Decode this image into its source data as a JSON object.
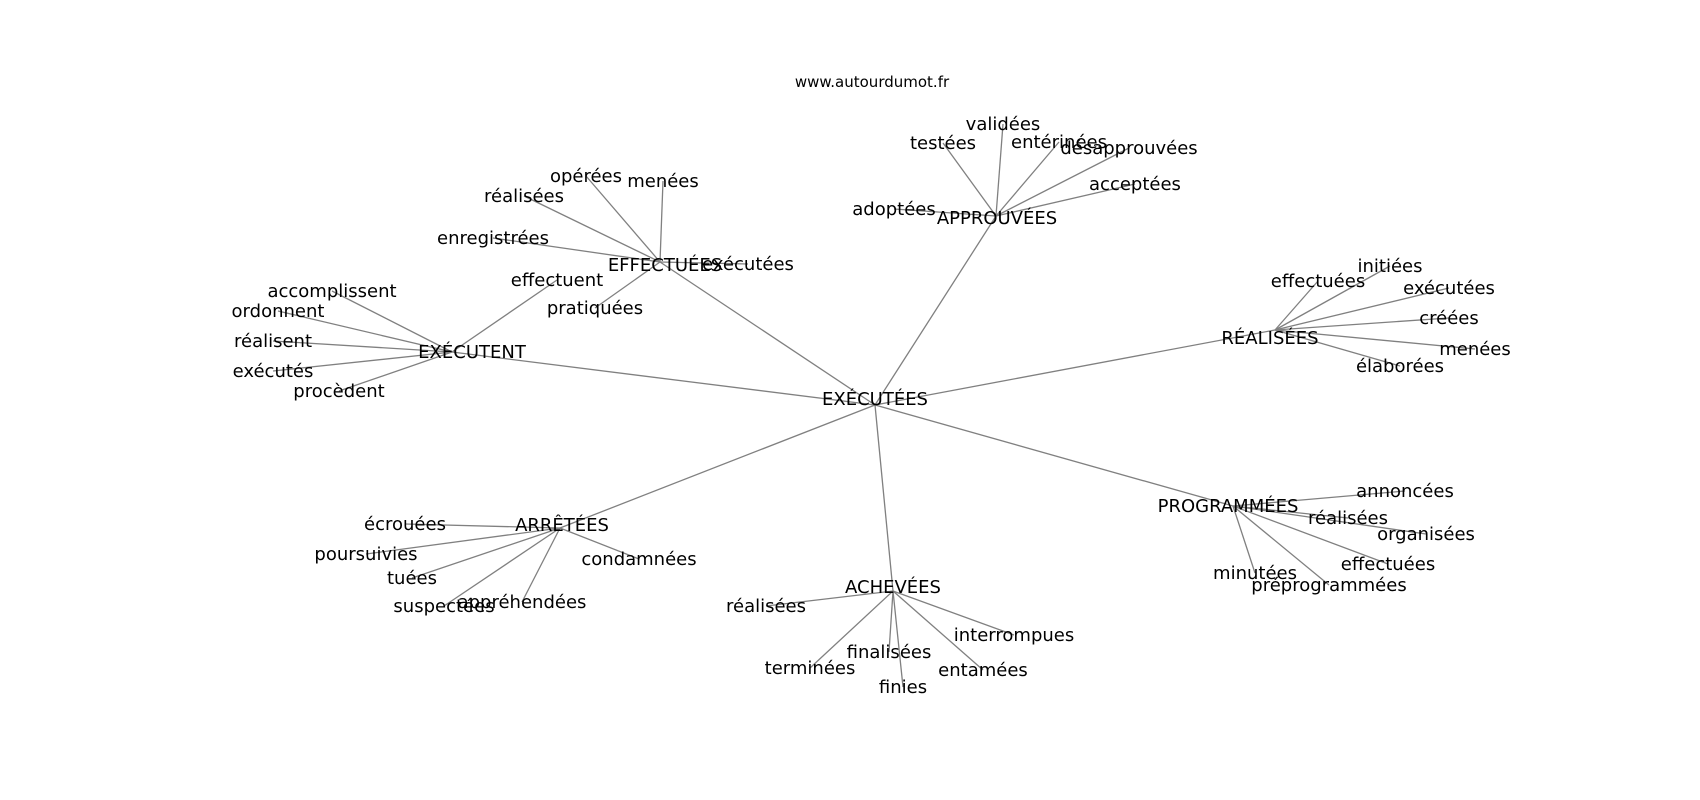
{
  "source": "www.autourdumot.fr",
  "graph": {
    "center": {
      "label": "EXÉCUTÉES",
      "hubs": [
        {
          "label": "EFFECTUÉES",
          "leaves": [
            "opérées",
            "menées",
            "réalisées",
            "enregistrées",
            "exécutées",
            "pratiquées"
          ]
        },
        {
          "label": "APPROUVÉES",
          "leaves": [
            "validées",
            "testées",
            "entérinées",
            "désapprouvées",
            "acceptées",
            "adoptées"
          ]
        },
        {
          "label": "EXÉCUTENT",
          "leaves": [
            "effectuent",
            "accomplissent",
            "ordonnent",
            "réalisent",
            "exécutés",
            "procèdent"
          ]
        },
        {
          "label": "RÉALISÉES",
          "leaves": [
            "initiées",
            "effectuées",
            "exécutées",
            "créées",
            "menées",
            "élaborées"
          ]
        },
        {
          "label": "ARRÊTÉES",
          "leaves": [
            "écrouées",
            "poursuivies",
            "tuées",
            "suspectées",
            "appréhendées",
            "condamnées"
          ]
        },
        {
          "label": "ACHEVÉES",
          "leaves": [
            "réalisées",
            "terminées",
            "finalisées",
            "finies",
            "entamées",
            "interrompues"
          ]
        },
        {
          "label": "PROGRAMMÉES",
          "leaves": [
            "annoncées",
            "réalisées",
            "organisées",
            "effectuées",
            "minutées",
            "préprogrammées"
          ]
        }
      ]
    }
  }
}
